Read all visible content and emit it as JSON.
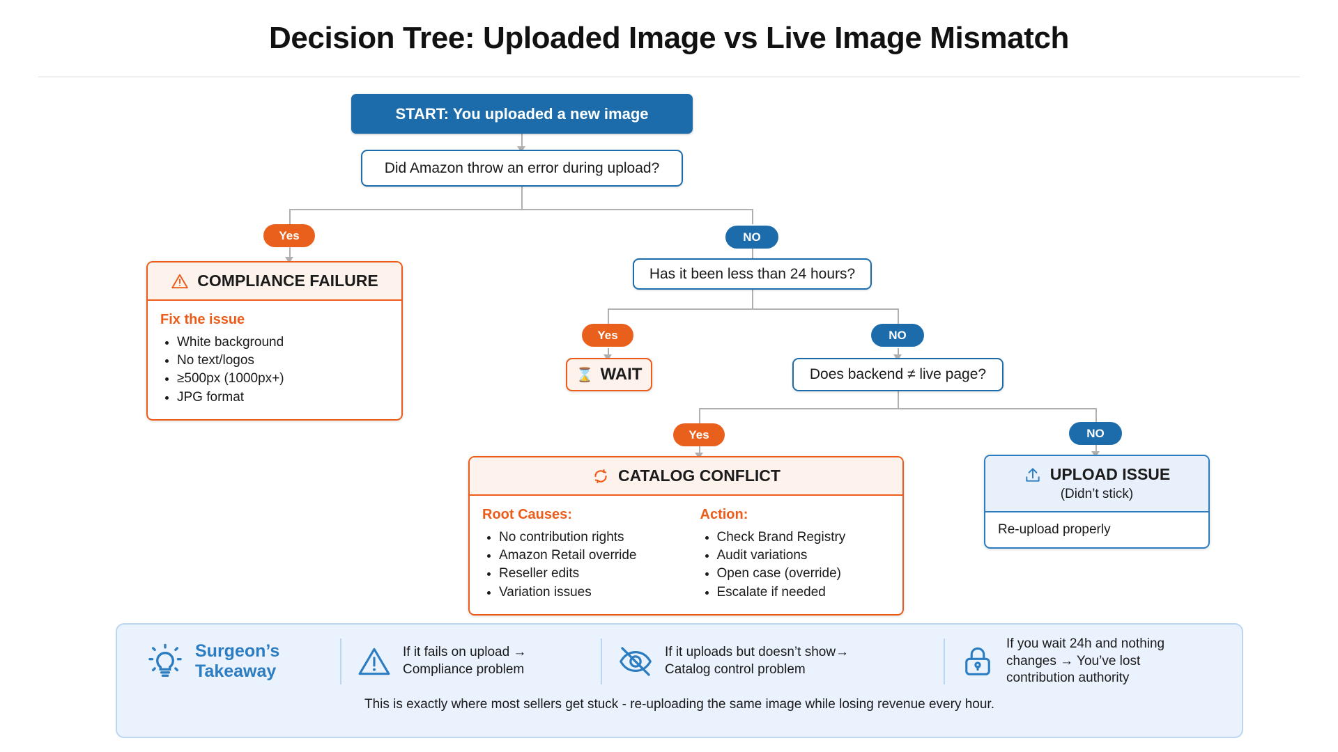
{
  "title": "Decision Tree: Uploaded Image vs Live Image Mismatch",
  "colors": {
    "blue": "#1c6cab",
    "orange": "#e8601c",
    "panel_orange_border": "#ec5b17",
    "panel_orange_fill": "#fdf2ec",
    "panel_blue_border": "#2b7cc0",
    "panel_blue_fill": "#e8f1fb",
    "footer_fill": "#eaf2fd",
    "connector": "#b0b0b0"
  },
  "nodes": {
    "start": {
      "label": "START: You uploaded a new image"
    },
    "q1": {
      "label": "Did Amazon throw an error during upload?"
    },
    "q2": {
      "label": "Has it been less than 24 hours?"
    },
    "q3": {
      "label": "Does backend ≠ live page?"
    }
  },
  "edges": {
    "q1_yes": "Yes",
    "q1_no": "NO",
    "q2_yes": "Yes",
    "q2_no": "NO",
    "q3_yes": "Yes",
    "q3_no": "NO"
  },
  "outcomes": {
    "compliance": {
      "icon": "warning-triangle-icon",
      "heading": "COMPLIANCE FAILURE",
      "section_title": "Fix the issue",
      "items": [
        "White background",
        "No text/logos",
        "≥500px (1000px+)",
        "JPG format"
      ]
    },
    "wait": {
      "icon": "hourglass-icon",
      "glyph": "⌛",
      "label": "WAIT"
    },
    "catalog": {
      "icon": "refresh-sync-icon",
      "heading": "CATALOG CONFLICT",
      "left_title": "Root Causes:",
      "left_items": [
        "No contribution rights",
        "Amazon Retail override",
        "Reseller edits",
        "Variation issues"
      ],
      "right_title": "Action:",
      "right_items": [
        "Check Brand Registry",
        "Audit variations",
        "Open case (override)",
        "Escalate if needed"
      ]
    },
    "upload": {
      "icon": "upload-icon",
      "heading": "UPLOAD ISSUE",
      "subheading": "(Didn’t stick)",
      "body": "Re-upload properly"
    }
  },
  "footer": {
    "brand_title_line1": "Surgeon’s",
    "brand_title_line2": "Takeaway",
    "brand_icon": "lightbulb-icon",
    "items": [
      {
        "icon": "warning-triangle-icon",
        "line1": "If it fails on upload →",
        "line2": "Compliance problem",
        "line3": ""
      },
      {
        "icon": "eye-off-icon",
        "line1": "If it uploads but doesn’t show→",
        "line2": "Catalog control problem",
        "line3": ""
      },
      {
        "icon": "lock-icon",
        "line1": "If you wait 24h and nothing",
        "line2": "changes → You’ve lost",
        "line3": "contribution authority"
      }
    ],
    "note": "This is exactly where most sellers get stuck - re-uploading the same image while losing revenue every hour."
  }
}
